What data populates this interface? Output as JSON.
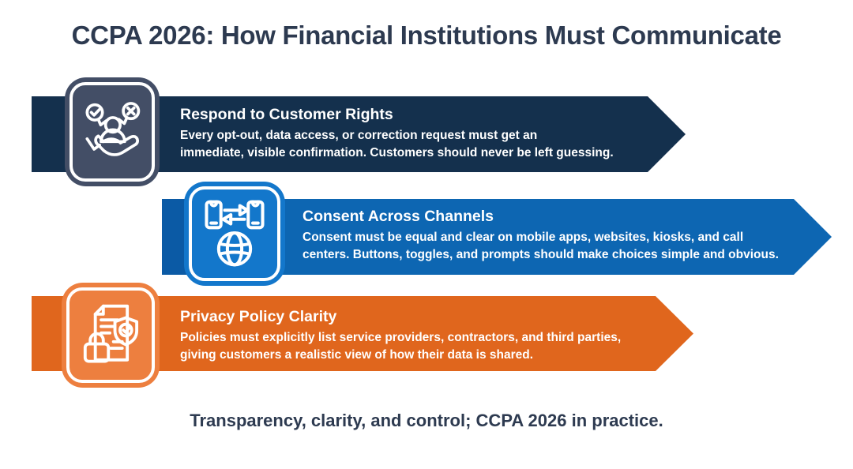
{
  "page": {
    "title": "CCPA 2026: How Financial Institutions Must Communicate",
    "footer": "Transparency, clarity, and control; CCPA 2026 in practice."
  },
  "colors": {
    "background": "#ffffff",
    "heading_text": "#2d3a50",
    "text_on_banner": "#ffffff"
  },
  "banners": [
    {
      "title": "Respond to Customer Rights",
      "body": "Every opt-out, data access, or correction request must get an\nimmediate, visible confirmation. Customers should never be left guessing.",
      "banner_color": "#14304d",
      "icon_box_color": "#434e66",
      "icon": "customer-rights-icon"
    },
    {
      "title": "Consent Across Channels",
      "body": "Consent must be equal and clear on mobile apps, websites, kiosks, and call\ncenters. Buttons, toggles, and prompts should make choices simple and obvious.",
      "banner_color": "#0d66b2",
      "icon_box_color": "#1377cb",
      "icon": "consent-channels-icon"
    },
    {
      "title": "Privacy Policy Clarity",
      "body": "Policies must explicitly list service providers, contractors, and third parties,\ngiving customers a realistic view of how their data is shared.",
      "banner_color": "#e0661d",
      "icon_box_color": "#ed7f3f",
      "icon": "privacy-policy-icon"
    }
  ]
}
